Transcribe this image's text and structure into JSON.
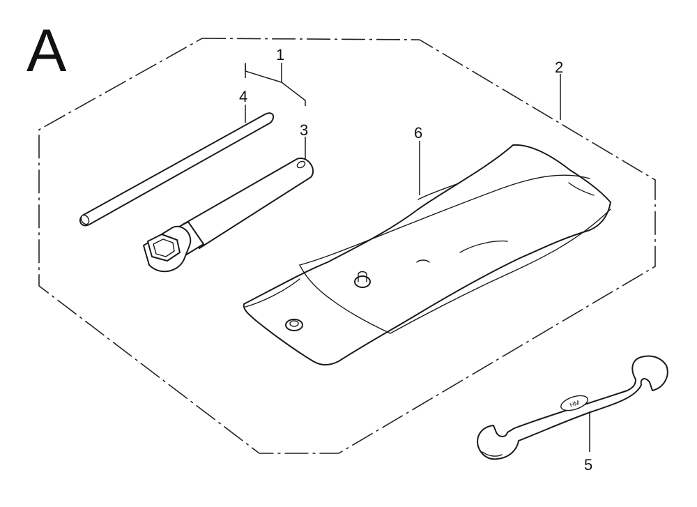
{
  "section": {
    "letter": "A"
  },
  "callouts": [
    {
      "id": "1",
      "text": "1"
    },
    {
      "id": "2",
      "text": "2"
    },
    {
      "id": "3",
      "text": "3"
    },
    {
      "id": "4",
      "text": "4"
    },
    {
      "id": "5",
      "text": "5"
    },
    {
      "id": "6",
      "text": "6"
    }
  ],
  "wrench_emblem": "HM",
  "colors": {
    "ink": "#1a1a1a",
    "background": "#ffffff"
  }
}
